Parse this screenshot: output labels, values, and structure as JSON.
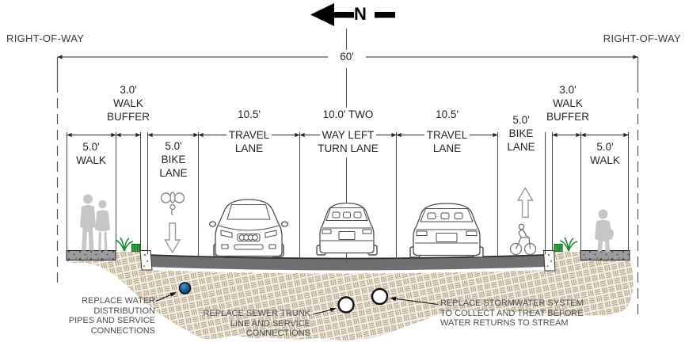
{
  "north_indicator": {
    "label": "N"
  },
  "right_of_way": {
    "left_label": "RIGHT-OF-WAY",
    "right_label": "RIGHT-OF-WAY"
  },
  "overall_dimension": "60'",
  "lanes": [
    {
      "id": "walk-left",
      "lines": [
        "5.0'",
        "WALK"
      ]
    },
    {
      "id": "walk-buffer-left",
      "lines": [
        "3.0'",
        "WALK",
        "BUFFER"
      ]
    },
    {
      "id": "bike-lane-left",
      "lines": [
        "5.0'",
        "BIKE",
        "LANE"
      ]
    },
    {
      "id": "travel-lane-left",
      "lines": [
        "10.5'",
        "TRAVEL",
        "LANE"
      ]
    },
    {
      "id": "two-way-left-turn-lane",
      "lines": [
        "10.0' TWO",
        "WAY LEFT",
        "TURN LANE"
      ]
    },
    {
      "id": "travel-lane-right",
      "lines": [
        "10.5'",
        "TRAVEL",
        "LANE"
      ]
    },
    {
      "id": "bike-lane-right",
      "lines": [
        "5.0'",
        "BIKE",
        "LANE"
      ]
    },
    {
      "id": "walk-buffer-right",
      "lines": [
        "3.0'",
        "WALK",
        "BUFFER"
      ]
    },
    {
      "id": "walk-right",
      "lines": [
        "5.0'",
        "WALK"
      ]
    }
  ],
  "annotations": [
    {
      "id": "water",
      "lines": [
        "REPLACE WATER DISTRIBUTION",
        "PIPES AND SERVICE",
        "CONNECTIONS"
      ]
    },
    {
      "id": "sewer",
      "lines": [
        "REPLACE SEWER TRUNK",
        "LINE AND SERVICE",
        "CONNECTIONS"
      ]
    },
    {
      "id": "stormwater",
      "lines": [
        "REPLACE STORMWATER SYSTEM",
        "TO COLLECT AND TREAT BEFORE",
        "WATER RETURNS TO STREAM"
      ]
    }
  ],
  "colors": {
    "earth_lines": "#b6a88e",
    "earth_bg": "#f2ede3",
    "road": "#6f6f6f",
    "sidewalk": "#9c9c9c",
    "silhouette": "#c6c6c6",
    "plant_green": "#2f9e41",
    "water_pipe_blue": "#1b5e94",
    "line_dark": "#4a4a4a"
  }
}
